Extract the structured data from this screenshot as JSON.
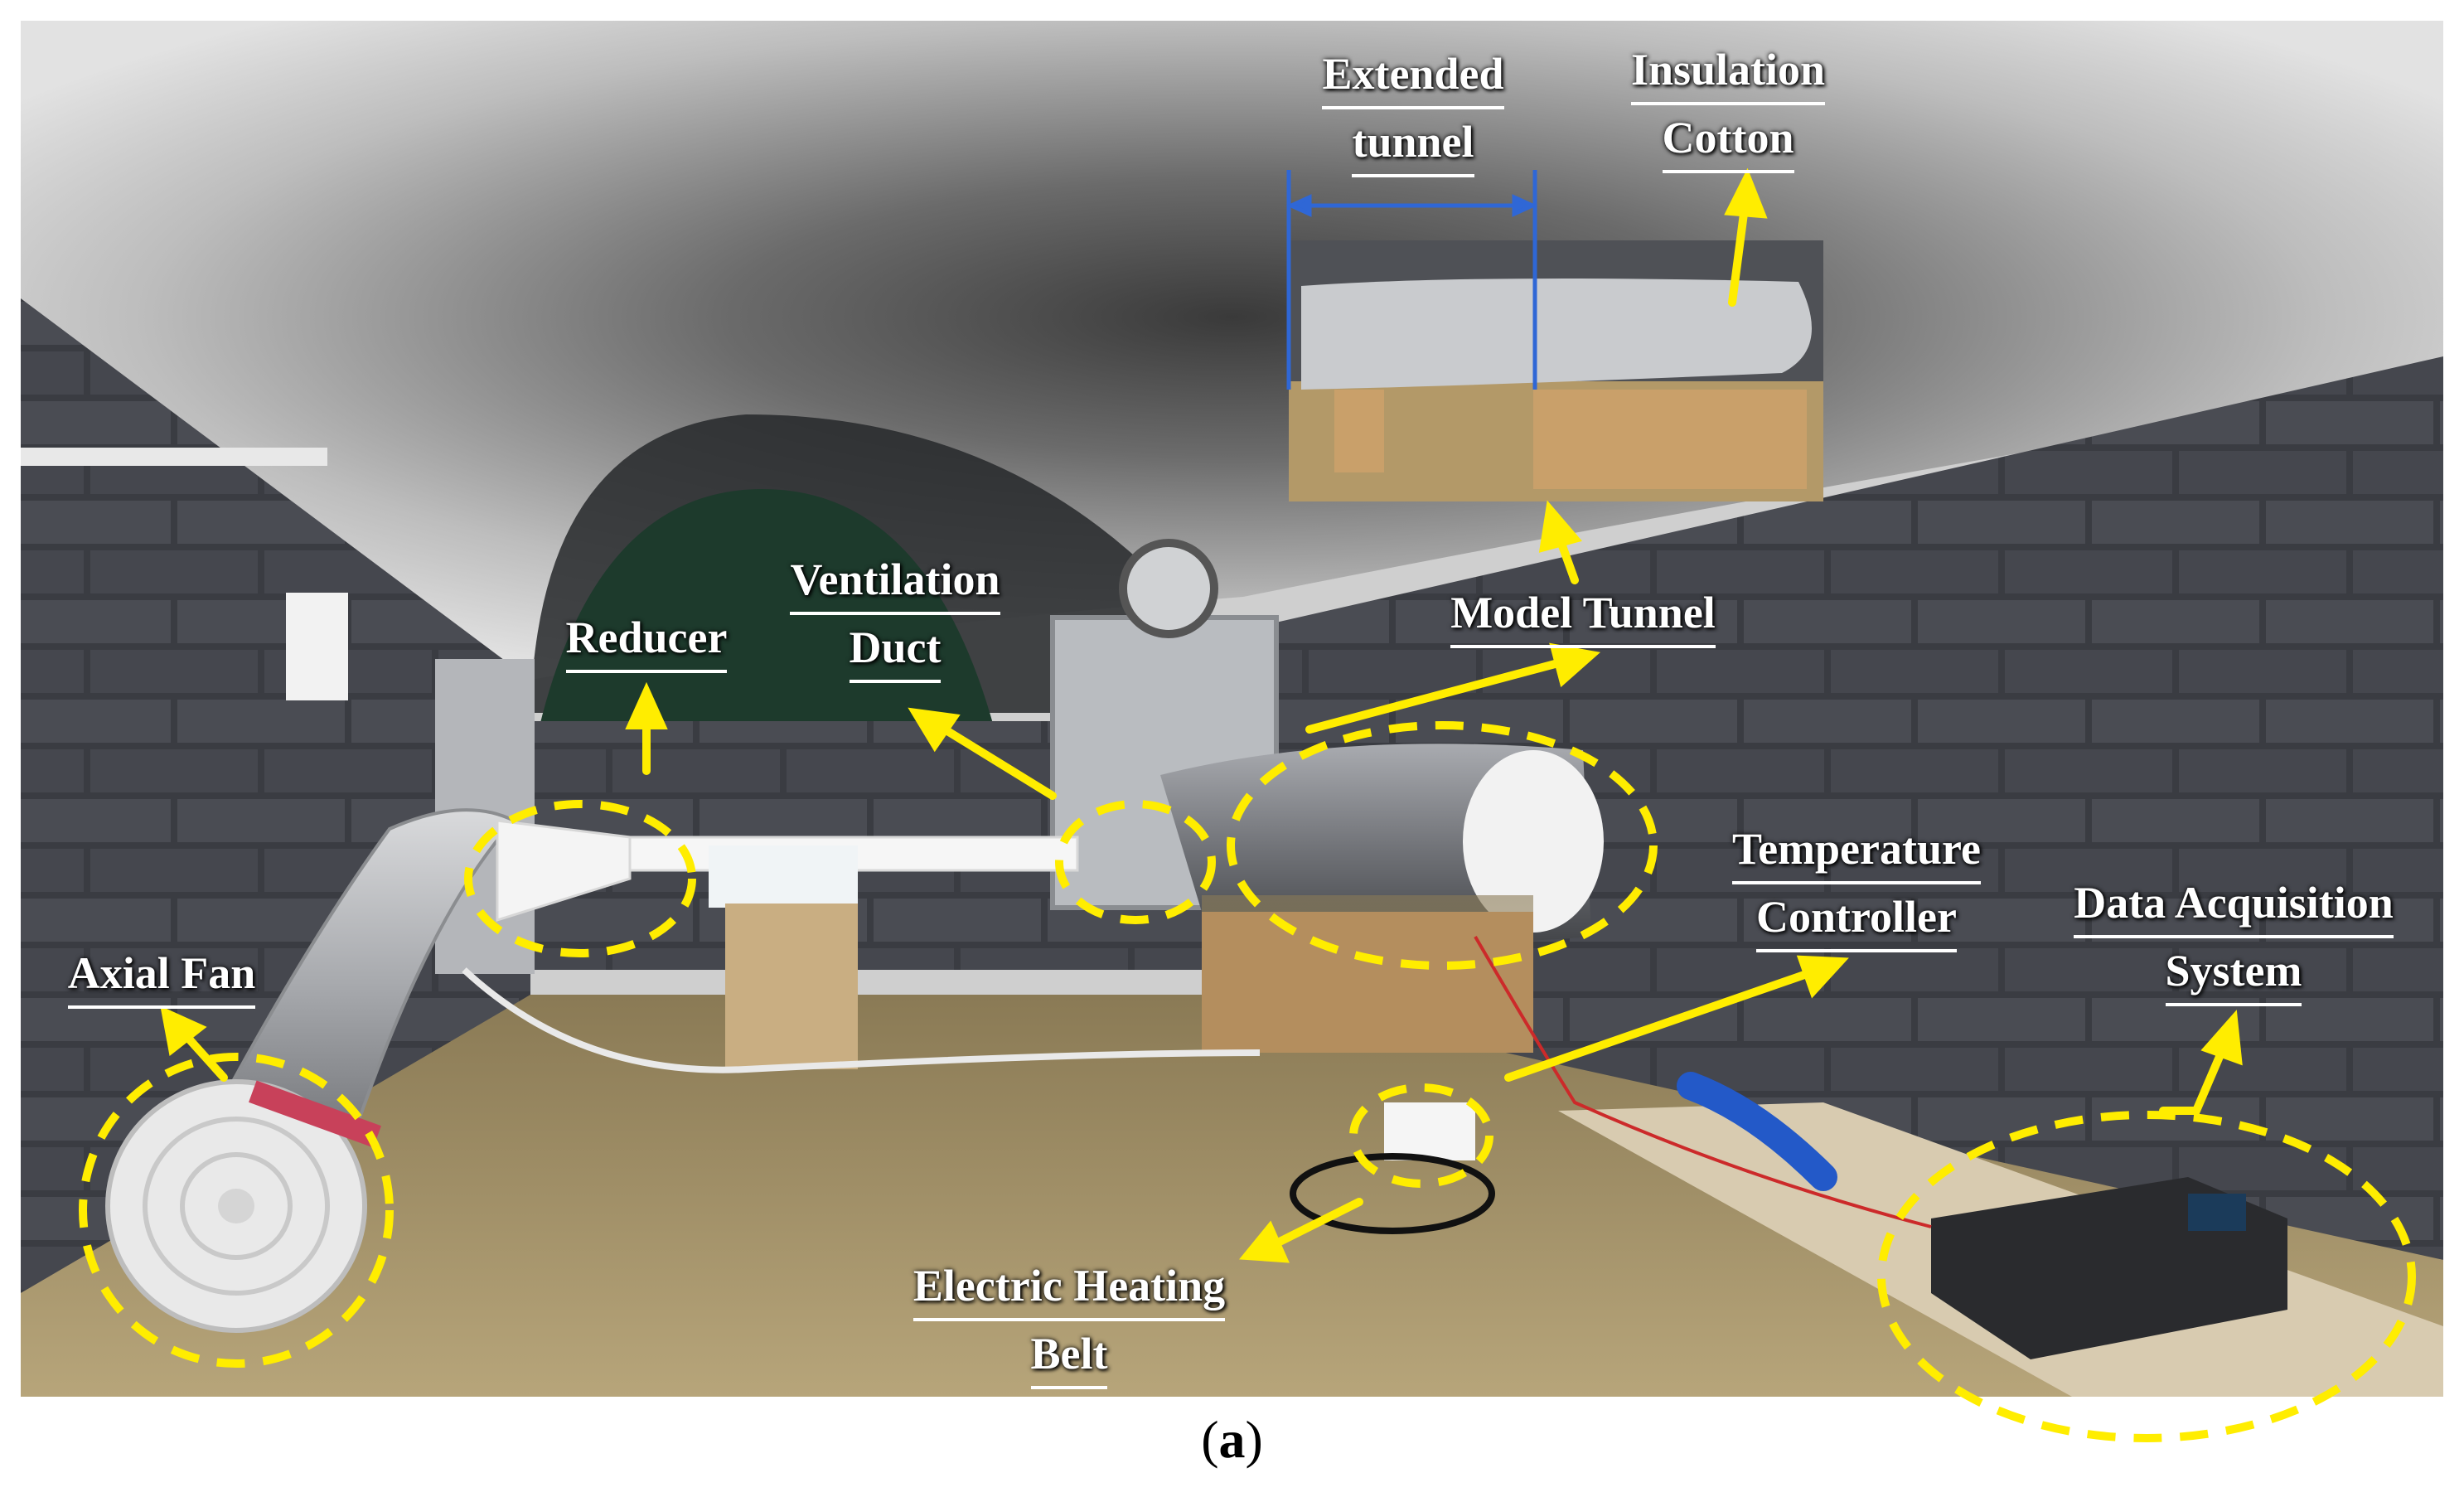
{
  "colors": {
    "callout": "#ffed00",
    "label_text": "#ffffff",
    "vault": "#cfcfcf",
    "wall_tile": "#3c3e44",
    "floor": "#9c8a5e",
    "duct": "#ffffff",
    "tunnel_model": "#7d7f84",
    "wood": "#b48e5e"
  },
  "labels": {
    "extended_tunnel": [
      "Extended",
      "tunnel"
    ],
    "insulation_cotton": [
      "Insulation",
      "Cotton"
    ],
    "ventilation_duct": [
      "Ventilation",
      "Duct"
    ],
    "reducer": [
      "Reducer"
    ],
    "model_tunnel": [
      "Model Tunnel"
    ],
    "temperature_controller": [
      "Temperature",
      "Controller"
    ],
    "data_acquisition_system": [
      "Data Acquisition",
      "System"
    ],
    "axial_fan": [
      "Axial Fan"
    ],
    "electric_heating_belt": [
      "Electric Heating",
      "Belt"
    ]
  },
  "caption": {
    "open": "(",
    "letter": "a",
    "close": ")"
  }
}
